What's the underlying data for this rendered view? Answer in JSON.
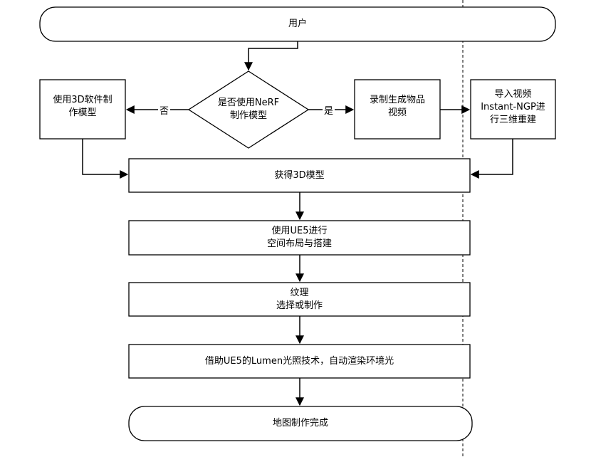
{
  "nodes": {
    "user": "用户",
    "decision": "是否使用NeRF\n制作模型",
    "software_3d": "使用3D软件制\n作模型",
    "record_video": "录制生成物品\n视频",
    "import_video": "导入视频\nInstant-NGP进\n行三维重建",
    "get_model": "获得3D模型",
    "ue5_layout": "使用UE5进行\n空间布局与搭建",
    "texture": "纹理\n选择或制作",
    "lumen": "借助UE5的Lumen光照技术，自动渲染环境光",
    "done": "地图制作完成"
  },
  "edges": {
    "no_label": "否",
    "yes_label": "是"
  }
}
